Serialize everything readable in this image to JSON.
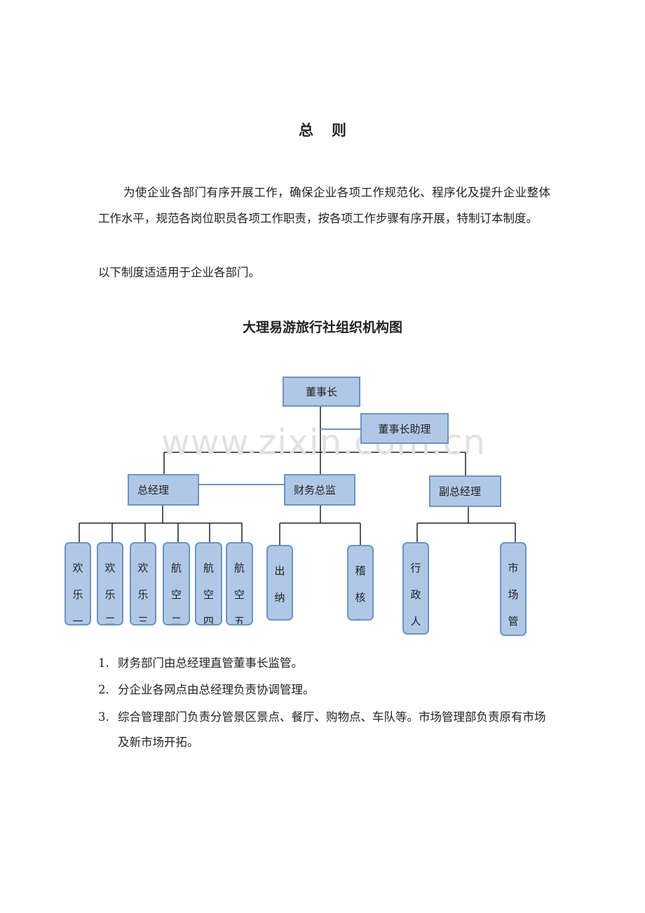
{
  "heading": "总则",
  "intro_paragraph": "为使企业各部门有序开展工作，确保企业各项工作规范化、程序化及提升企业整体工作水平，规范各岗位职员各项工作职责，按各项工作步骤有序开展，特制订本制度。",
  "scope_paragraph": "以下制度适适用于企业各部门。",
  "chart_title": "大理易游旅行社组织机构图",
  "watermark": "www.zixin.com.cn",
  "org": {
    "chairman": "董事长",
    "chairman_assistant": "董事长助理",
    "general_manager": "总经理",
    "finance_director": "财务总监",
    "deputy_gm": "副总经理",
    "gm_units": [
      {
        "chars": [
          "欢",
          "乐",
          "一"
        ]
      },
      {
        "chars": [
          "欢",
          "乐",
          "二"
        ]
      },
      {
        "chars": [
          "欢",
          "乐",
          "三"
        ]
      },
      {
        "chars": [
          "航",
          "空",
          "二"
        ]
      },
      {
        "chars": [
          "航",
          "空",
          "四"
        ]
      },
      {
        "chars": [
          "航",
          "空",
          "五"
        ]
      }
    ],
    "finance_units": [
      {
        "chars": [
          "出",
          "纳"
        ]
      },
      {
        "chars": [
          "稽",
          "核",
          "部"
        ]
      }
    ],
    "deputy_units": [
      {
        "chars": [
          "行",
          "政",
          "人"
        ]
      },
      {
        "chars": [
          "市",
          "场",
          "管"
        ]
      }
    ]
  },
  "notes": [
    {
      "num": "1.",
      "text": "财务部门由总经理直管董事长监管。"
    },
    {
      "num": "2.",
      "text": "分企业各网点由总经理负责协调管理。"
    },
    {
      "num": "3.",
      "text": "综合管理部门负责分管景区景点、餐厅、购物点、车队等。市场管理部负责原有市场及新市场开拓。"
    }
  ],
  "colors": {
    "box_fill": "#b0c8e6",
    "box_border": "#6f93c2",
    "line": "#222222",
    "assistant_link": "#6f93c2"
  }
}
